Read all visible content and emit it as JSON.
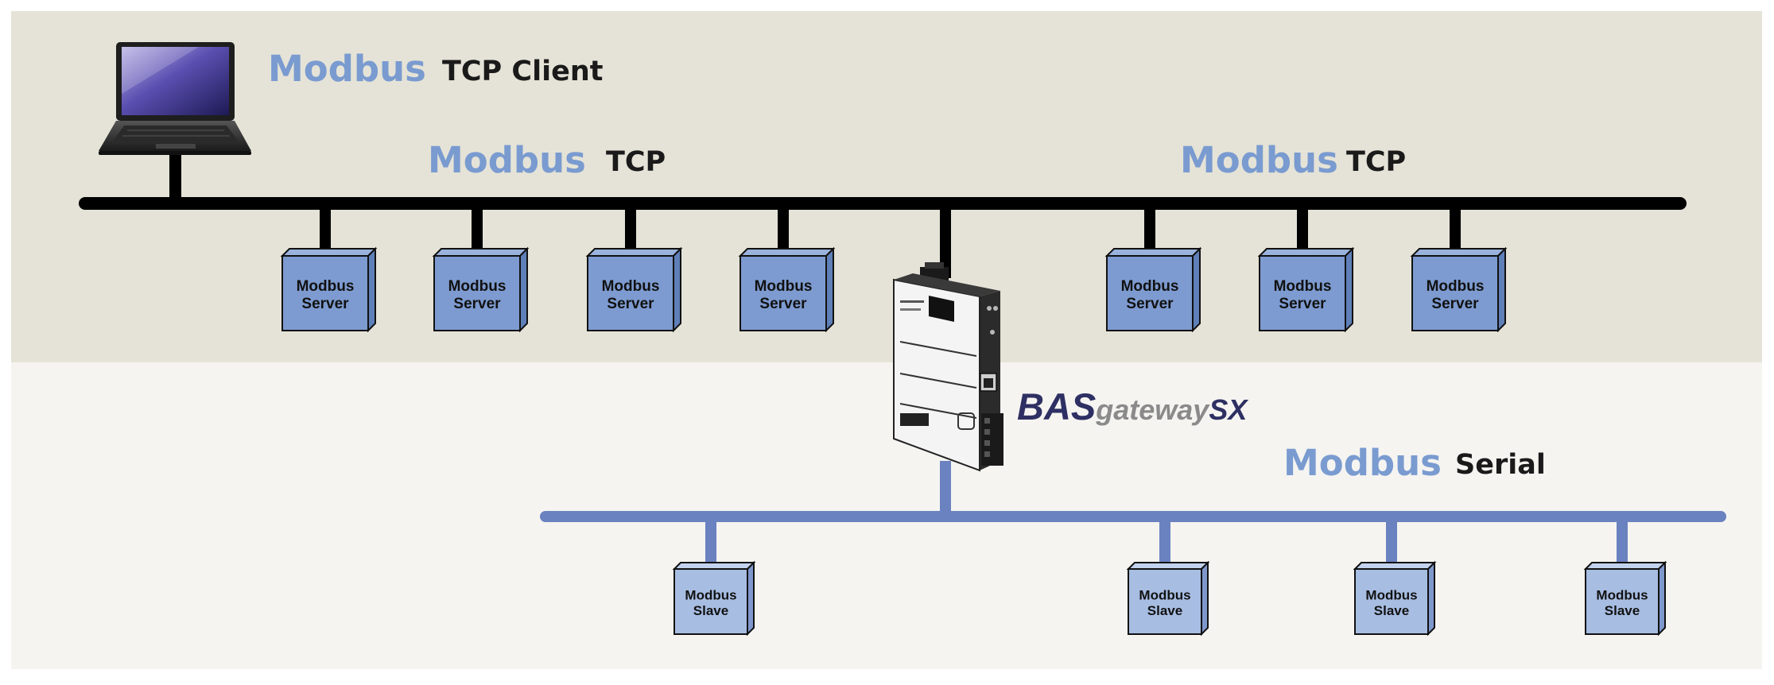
{
  "labels": {
    "client_brand": "Modbus",
    "client_suffix": "TCP Client",
    "tcp_left_brand": "Modbus",
    "tcp_left_suffix": "TCP",
    "tcp_right_brand": "Modbus",
    "tcp_right_suffix": "TCP",
    "serial_brand": "Modbus",
    "serial_suffix": "Serial",
    "gateway_prefix": "BAS",
    "gateway_middle": "gateway",
    "gateway_suffix": "SX"
  },
  "tcp_servers": [
    {
      "line1": "Modbus",
      "line2": "Server"
    },
    {
      "line1": "Modbus",
      "line2": "Server"
    },
    {
      "line1": "Modbus",
      "line2": "Server"
    },
    {
      "line1": "Modbus",
      "line2": "Server"
    },
    {
      "line1": "Modbus",
      "line2": "Server"
    },
    {
      "line1": "Modbus",
      "line2": "Server"
    },
    {
      "line1": "Modbus",
      "line2": "Server"
    }
  ],
  "serial_slaves": [
    {
      "line1": "Modbus",
      "line2": "Slave"
    },
    {
      "line1": "Modbus",
      "line2": "Slave"
    },
    {
      "line1": "Modbus",
      "line2": "Slave"
    },
    {
      "line1": "Modbus",
      "line2": "Slave"
    }
  ],
  "colors": {
    "upper_band": "#e5e3d7",
    "lower_band": "#f5f4f1",
    "tcp_bus": "#000000",
    "serial_bus": "#6a82bf",
    "server_fill": "#7d9bd0",
    "slave_fill": "#a7bde2",
    "brand_blue": "#7a9bd0",
    "gateway_dark": "#2e2f62",
    "gateway_gray": "#8a8a8a"
  }
}
